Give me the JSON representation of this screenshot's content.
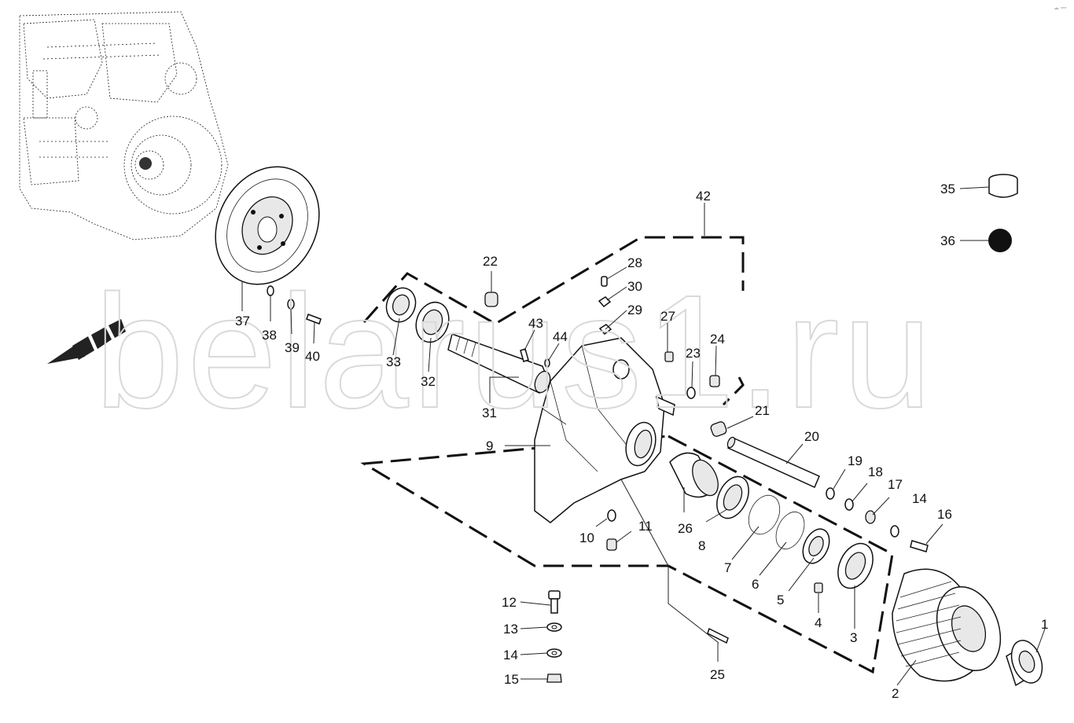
{
  "watermark": "belarus1.ru",
  "corner_mark": "☁ ▪▪▪",
  "callouts": [
    {
      "id": "1",
      "text": "1"
    },
    {
      "id": "2",
      "text": "2"
    },
    {
      "id": "3",
      "text": "3"
    },
    {
      "id": "4",
      "text": "4"
    },
    {
      "id": "5",
      "text": "5"
    },
    {
      "id": "6",
      "text": "6"
    },
    {
      "id": "7",
      "text": "7"
    },
    {
      "id": "8",
      "text": "8"
    },
    {
      "id": "9",
      "text": "9"
    },
    {
      "id": "10",
      "text": "10"
    },
    {
      "id": "11",
      "text": "11"
    },
    {
      "id": "12",
      "text": "12"
    },
    {
      "id": "13",
      "text": "13"
    },
    {
      "id": "14a",
      "text": "14"
    },
    {
      "id": "14b",
      "text": "14"
    },
    {
      "id": "15",
      "text": "15"
    },
    {
      "id": "16",
      "text": "16"
    },
    {
      "id": "17",
      "text": "17"
    },
    {
      "id": "18",
      "text": "18"
    },
    {
      "id": "19",
      "text": "19"
    },
    {
      "id": "20",
      "text": "20"
    },
    {
      "id": "21",
      "text": "21"
    },
    {
      "id": "22",
      "text": "22"
    },
    {
      "id": "23",
      "text": "23"
    },
    {
      "id": "24",
      "text": "24"
    },
    {
      "id": "25",
      "text": "25"
    },
    {
      "id": "26",
      "text": "26"
    },
    {
      "id": "27",
      "text": "27"
    },
    {
      "id": "28",
      "text": "28"
    },
    {
      "id": "29",
      "text": "29"
    },
    {
      "id": "30",
      "text": "30"
    },
    {
      "id": "31",
      "text": "31"
    },
    {
      "id": "32",
      "text": "32"
    },
    {
      "id": "33",
      "text": "33"
    },
    {
      "id": "35",
      "text": "35"
    },
    {
      "id": "36",
      "text": "36"
    },
    {
      "id": "37",
      "text": "37"
    },
    {
      "id": "38",
      "text": "38"
    },
    {
      "id": "39",
      "text": "39"
    },
    {
      "id": "40",
      "text": "40"
    },
    {
      "id": "42",
      "text": "42"
    },
    {
      "id": "43",
      "text": "43"
    },
    {
      "id": "44",
      "text": "44"
    }
  ]
}
